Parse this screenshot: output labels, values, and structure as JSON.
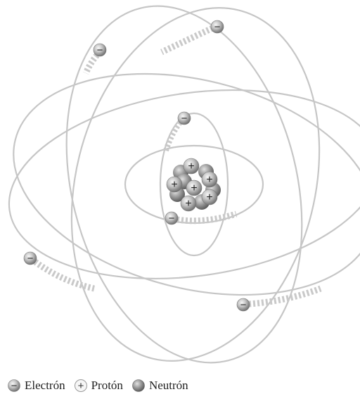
{
  "particles": {
    "electron_symbol": "−",
    "proton_symbol": "+"
  },
  "legend": {
    "electron": "Electrón",
    "proton": "Protón",
    "neutron": "Neutrón"
  },
  "nucleus": {
    "protons": 6,
    "neutrons": 6
  },
  "electrons": {
    "count": 6
  },
  "colors": {
    "orbit": "#c6c6c6",
    "particle_dark": "#6a6a6a",
    "particle_light": "#f4f4f4",
    "text": "#1f1f1f"
  }
}
